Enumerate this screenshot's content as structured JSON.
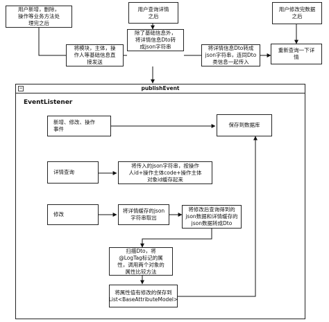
{
  "nodes": {
    "user_add": "用户新增，删除，\n操作等业务方法处\n理完之后",
    "user_query_detail": "用户查询详情\n之后",
    "user_modify_done": "用户修改完数据\n之后",
    "pack_module": "将模块，主体，操\n作人等基础信息直\n接发送",
    "convert_detail_json": "除了基础信息外，\n将详情信息Dto转\n成json字符串",
    "convert_dto_json": "将详情信息Dto转成\njson字符串，连同Dto\n类信息一起传入",
    "requery_detail": "重新查询一下详\n情",
    "add_modify_event": "新增、修改、操作\n事件",
    "save_db": "保存到数据库",
    "detail_query": "详情查询",
    "cache_json_by_id": "将传入的json字符串，按操作\n人id+操作主体code+操作主体\n对象id缓存起来",
    "modify": "修改",
    "fetch_cached_json": "将详情缓存的json\n字符串取出",
    "convert_both_dto": "将修改后查询得到的\njson数据和详情缓存的\njson数据转成Dto",
    "scan_dto": "扫描Dto，将\n@LogTag标记的属\n性，调用两个对象的\n属性比较方法",
    "save_list": "将属性值有修改的保存到\nList<BaseAttributeModel>"
  },
  "container": {
    "title": "publishEvent",
    "collapse_glyph": "−",
    "inner_label": "EventListener"
  }
}
